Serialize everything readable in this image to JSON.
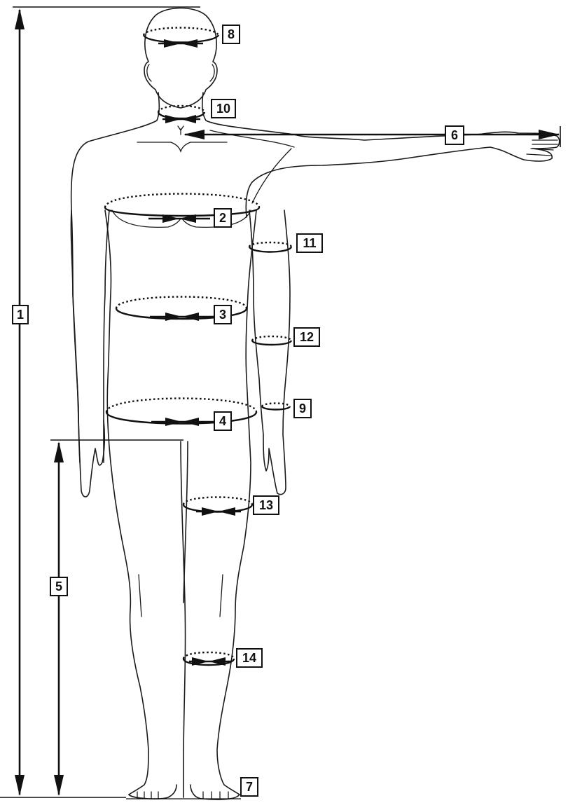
{
  "figure": {
    "labels": [
      {
        "id": "total-height",
        "text": "1"
      },
      {
        "id": "chest-girth",
        "text": "2"
      },
      {
        "id": "waist-girth",
        "text": "3"
      },
      {
        "id": "hip-girth",
        "text": "4"
      },
      {
        "id": "inside-leg-length",
        "text": "5"
      },
      {
        "id": "arm-length",
        "text": "6"
      },
      {
        "id": "floor-level",
        "text": "7"
      },
      {
        "id": "head-girth",
        "text": "8"
      },
      {
        "id": "wrist-girth",
        "text": "9"
      },
      {
        "id": "neck-girth",
        "text": "10"
      },
      {
        "id": "upper-arm-girth",
        "text": "11"
      },
      {
        "id": "forearm-girth",
        "text": "12"
      },
      {
        "id": "thigh-girth",
        "text": "13"
      },
      {
        "id": "calf-girth",
        "text": "14"
      }
    ],
    "colors": {
      "line": "#111111",
      "background": "#ffffff"
    }
  }
}
